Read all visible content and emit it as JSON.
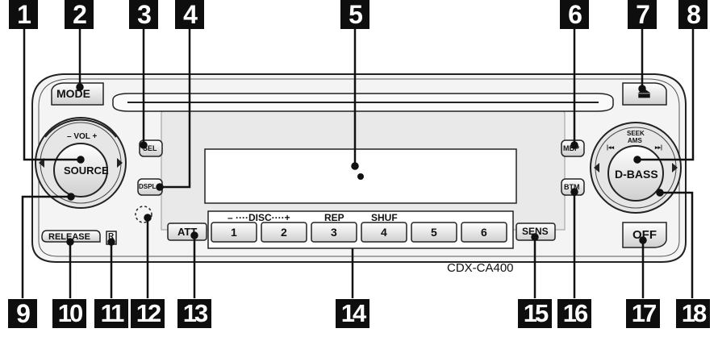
{
  "callout_numbers": [
    "1",
    "2",
    "3",
    "4",
    "5",
    "6",
    "7",
    "8",
    "9",
    "10",
    "11",
    "12",
    "13",
    "14",
    "15",
    "16",
    "17",
    "18"
  ],
  "buttons": {
    "mode": "MODE",
    "eject": "⏏",
    "sel": "SEL",
    "dspl": "DSPL",
    "mbp": "MBP",
    "btm": "BTM",
    "vol": "– VOL +",
    "source": "SOURCE",
    "seek": "SEEK",
    "ams": "AMS",
    "dbass": "D-BASS",
    "release": "RELEASE",
    "att": "ATT",
    "sens": "SENS",
    "off": "OFF",
    "reset_symbol": "R"
  },
  "preset_labels": {
    "disc": "– ····DISC····+",
    "rep": "REP",
    "shuf": "SHUF"
  },
  "presets": [
    "1",
    "2",
    "3",
    "4",
    "5",
    "6"
  ],
  "model": "CDX-CA400"
}
